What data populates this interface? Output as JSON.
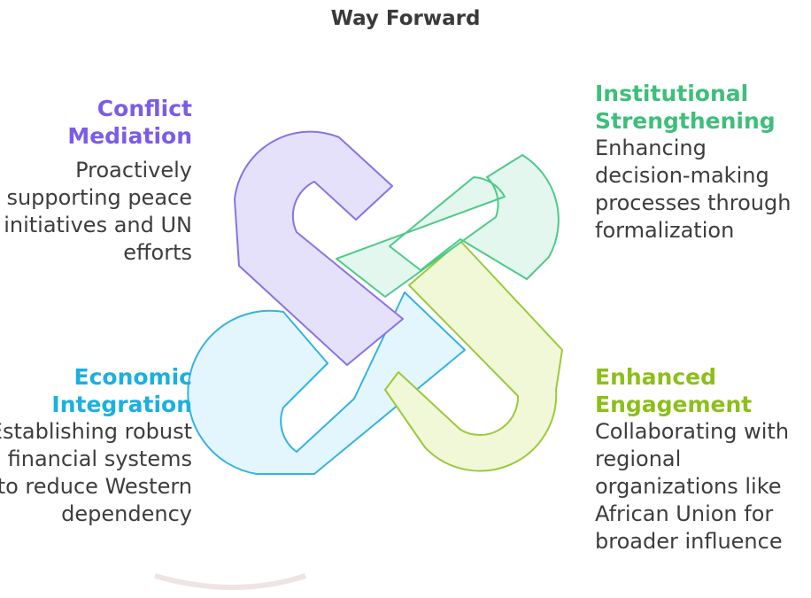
{
  "title": "Way Forward",
  "items": [
    {
      "heading": "Conflict Mediation",
      "description": "Proactively supporting peace initiatives and UN efforts",
      "color": "#7b5ce6"
    },
    {
      "heading": "Institutional Strengthening",
      "description": "Enhancing decision-making processes through formalization",
      "color": "#3dbf7a"
    },
    {
      "heading": "Economic Integration",
      "description": "Establishing robust financial systems to reduce Western dependency",
      "color": "#1ab0e0"
    },
    {
      "heading": "Enhanced Engagement",
      "description": "Collaborating with regional organizations like African Union for broader influence",
      "color": "#8cbf1a"
    }
  ],
  "loops": [
    {
      "name": "purple",
      "fill": "#e6e1fb",
      "stroke": "#8a72e6"
    },
    {
      "name": "green",
      "fill": "#e3f7ef",
      "stroke": "#4ec98a"
    },
    {
      "name": "blue",
      "fill": "#e4f6fd",
      "stroke": "#35b3e0"
    },
    {
      "name": "lime",
      "fill": "#f0f8d8",
      "stroke": "#9cc93a"
    }
  ]
}
